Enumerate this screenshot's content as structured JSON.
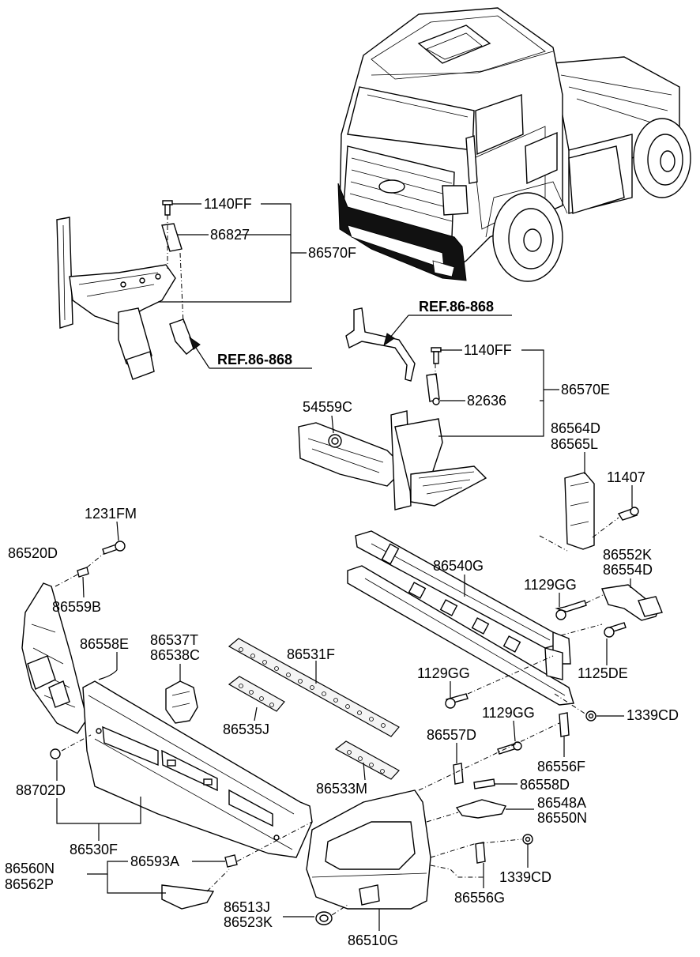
{
  "references": {
    "ref_upper_left": "REF.86-868",
    "ref_upper_right": "REF.86-868"
  },
  "labels": {
    "p1140FF_a": "1140FF",
    "p86827": "86827",
    "p86570F": "86570F",
    "p1140FF_b": "1140FF",
    "p82636": "82636",
    "p86570E": "86570E",
    "p54559C": "54559C",
    "p86564D": "86564D",
    "p86565L": "86565L",
    "p11407": "11407",
    "p1231FM": "1231FM",
    "p86520D": "86520D",
    "p86559B": "86559B",
    "p86540G": "86540G",
    "p86552K": "86552K",
    "p86554D": "86554D",
    "p1129GG_a": "1129GG",
    "p1125DE": "1125DE",
    "p86558E": "86558E",
    "p86537T": "86537T",
    "p86538C": "86538C",
    "p86531F": "86531F",
    "p1129GG_b": "1129GG",
    "p86535J": "86535J",
    "p1339CD_a": "1339CD",
    "p1129GG_c": "1129GG",
    "p86557D": "86557D",
    "p86556F": "86556F",
    "p88702D": "88702D",
    "p86533M": "86533M",
    "p86558D": "86558D",
    "p86548A": "86548A",
    "p86550N": "86550N",
    "p86530F": "86530F",
    "p86560N": "86560N",
    "p86562P": "86562P",
    "p86593A": "86593A",
    "p1339CD_b": "1339CD",
    "p86556G": "86556G",
    "p86513J": "86513J",
    "p86523K": "86523K",
    "p86510G": "86510G"
  }
}
